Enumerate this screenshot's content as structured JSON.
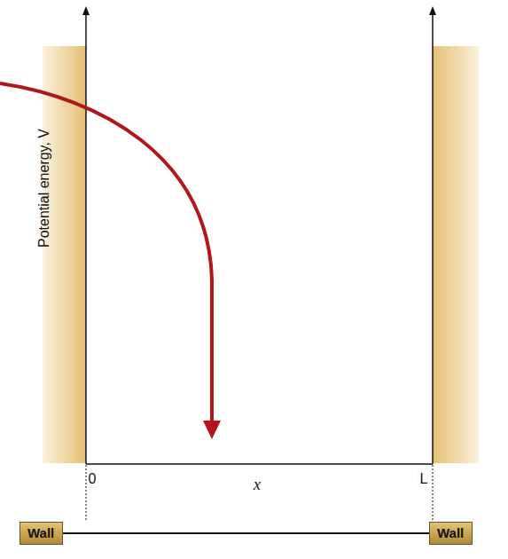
{
  "diagram": {
    "nodes": [
      {
        "text": [
          "Wall"
        ]
      },
      {
        "text": [
          "Wall"
        ]
      }
    ],
    "edges": [
      {
        "from": 0,
        "to": 1,
        "arrow": "none"
      }
    ],
    "labels": [
      "Potential energy, V",
      "0",
      "x",
      "L"
    ]
  }
}
